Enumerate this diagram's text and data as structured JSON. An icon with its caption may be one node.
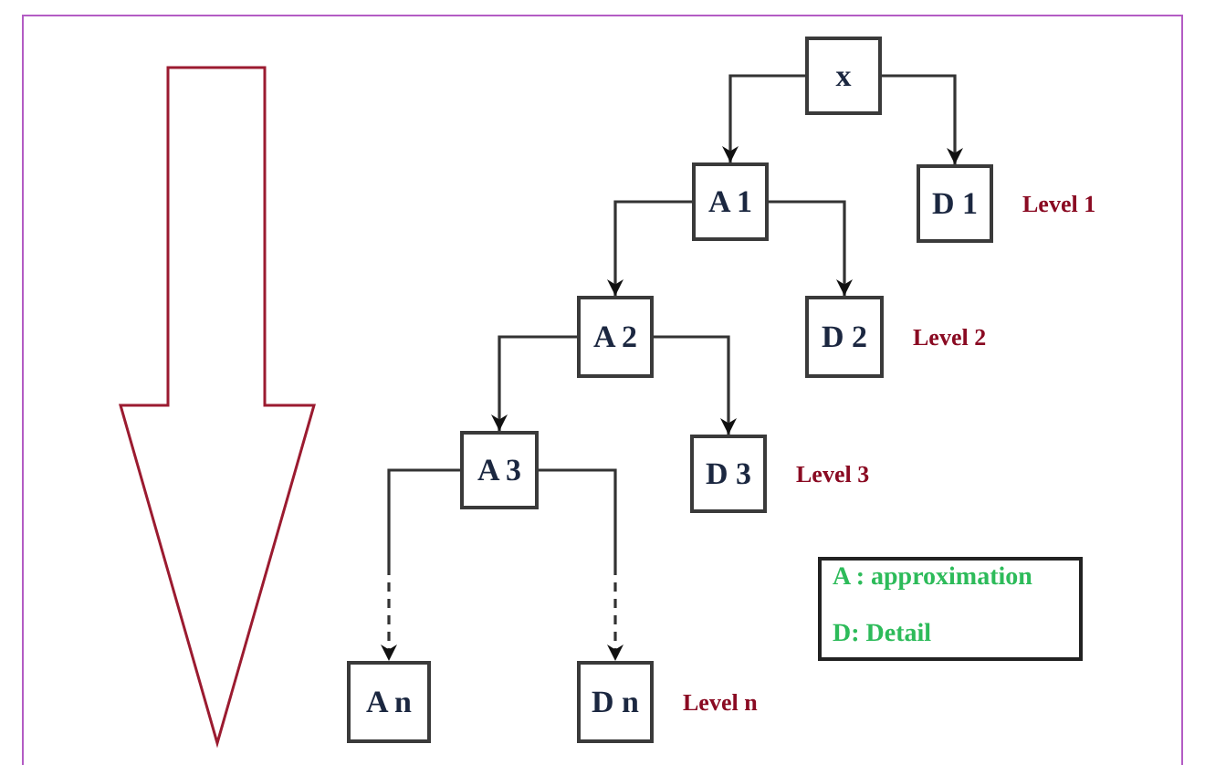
{
  "diagram": {
    "nodes": [
      {
        "text": [
          "x"
        ]
      },
      {
        "text": [
          "A 1"
        ]
      },
      {
        "text": [
          "D 1"
        ],
        "beside": [
          "Level 1"
        ]
      },
      {
        "text": [
          "A 2"
        ]
      },
      {
        "text": [
          "D 2"
        ],
        "beside": [
          "Level 2"
        ]
      },
      {
        "text": [
          "A 3"
        ]
      },
      {
        "text": [
          "D 3"
        ],
        "beside": [
          "Level 3"
        ]
      },
      {
        "text": [
          "A n"
        ]
      },
      {
        "text": [
          "D n"
        ],
        "beside": [
          "Level n"
        ]
      },
      {
        "text": [
          "A : approximation",
          "D: Detail"
        ]
      }
    ],
    "edges": [
      {
        "from": 0,
        "to": 1,
        "arrow": "to"
      },
      {
        "from": 0,
        "to": 2,
        "arrow": "to"
      },
      {
        "from": 1,
        "to": 3,
        "arrow": "to"
      },
      {
        "from": 1,
        "to": 4,
        "arrow": "to"
      },
      {
        "from": 3,
        "to": 5,
        "arrow": "to"
      },
      {
        "from": 3,
        "to": 6,
        "arrow": "to"
      },
      {
        "from": 5,
        "to": 7,
        "arrow": "to",
        "style": "dashed"
      },
      {
        "from": 5,
        "to": 8,
        "arrow": "to",
        "style": "dashed"
      }
    ]
  }
}
